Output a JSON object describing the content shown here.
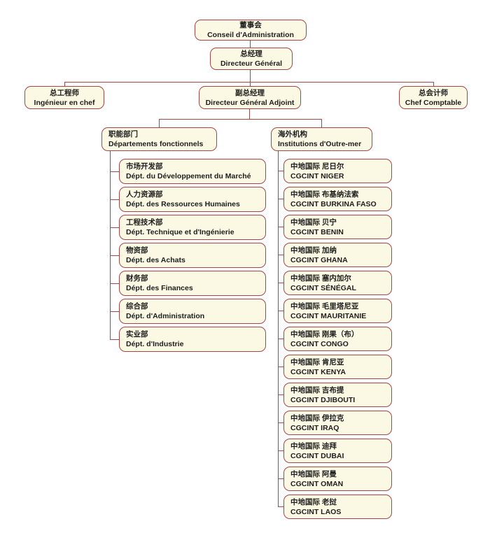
{
  "colors": {
    "box_fill": "#fbf8e3",
    "box_border": "#a34646",
    "connector": "#a34646",
    "text": "#1e1e1e",
    "page_background": "#ffffff"
  },
  "org": {
    "board": {
      "zh": "董事会",
      "fr": "Conseil d'Administration"
    },
    "general_manager": {
      "zh": "总经理",
      "fr": "Directeur Général"
    },
    "chief_engineer": {
      "zh": "总工程师",
      "fr": "Ingénieur en chef"
    },
    "deputy_general_manager": {
      "zh": "副总经理",
      "fr": "Directeur Général Adjoint"
    },
    "chief_accountant": {
      "zh": "总会计师",
      "fr": "Chef Comptable"
    }
  },
  "functional": {
    "header": {
      "zh": "职能部门",
      "fr": "Départements fonctionnels"
    },
    "items": [
      {
        "zh": "市场开发部",
        "fr": "Dépt. du Développement du Marché"
      },
      {
        "zh": "人力资源部",
        "fr": "Dépt. des Ressources Humaines"
      },
      {
        "zh": "工程技术部",
        "fr": "Dépt. Technique et d'Ingénierie"
      },
      {
        "zh": "物资部",
        "fr": "Dépt. des Achats"
      },
      {
        "zh": "财务部",
        "fr": "Dépt. des Finances"
      },
      {
        "zh": "综合部",
        "fr": "Dépt. d'Administration"
      },
      {
        "zh": "实业部",
        "fr": "Dépt. d'Industrie"
      }
    ]
  },
  "overseas": {
    "header": {
      "zh": "海外机构",
      "fr": "Institutions d'Outre-mer"
    },
    "items": [
      {
        "zh": "中地国际 尼日尔",
        "fr": "CGCINT NIGER"
      },
      {
        "zh": "中地国际 布基纳法索",
        "fr": "CGCINT BURKINA FASO"
      },
      {
        "zh": "中地国际 贝宁",
        "fr": "CGCINT BENIN"
      },
      {
        "zh": "中地国际 加纳",
        "fr": "CGCINT GHANA"
      },
      {
        "zh": "中地国际 塞内加尔",
        "fr": "CGCINT SÉNÉGAL"
      },
      {
        "zh": "中地国际 毛里塔尼亚",
        "fr": "CGCINT MAURITANIE"
      },
      {
        "zh": "中地国际 刚果（布）",
        "fr": "CGCINT CONGO"
      },
      {
        "zh": "中地国际 肯尼亚",
        "fr": "CGCINT KENYA"
      },
      {
        "zh": "中地国际 吉布提",
        "fr": "CGCINT DJIBOUTI"
      },
      {
        "zh": "中地国际 伊拉克",
        "fr": "CGCINT IRAQ"
      },
      {
        "zh": "中地国际 迪拜",
        "fr": "CGCINT DUBAI"
      },
      {
        "zh": "中地国际 阿曼",
        "fr": "CGCINT OMAN"
      },
      {
        "zh": "中地国际 老挝",
        "fr": "CGCINT LAOS"
      }
    ]
  }
}
